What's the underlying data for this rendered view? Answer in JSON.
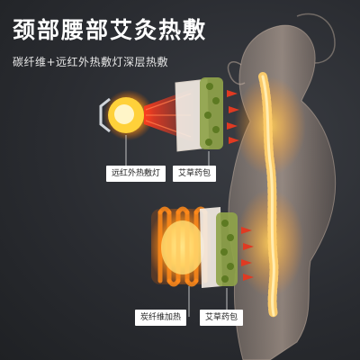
{
  "title": "颈部腰部艾灸热敷",
  "subtitle": "碳纤维+远红外热敷灯深层热敷",
  "labels": {
    "infrared_lamp": "远红外热敷灯",
    "herb_pack_upper": "艾草药包",
    "carbon_heating": "炭纤维加热",
    "herb_pack_lower": "艾草药包"
  },
  "colors": {
    "background": "#2a2c31",
    "heat_orange": "#ff7a1a",
    "heat_red": "#e8321e",
    "spine_glow": "#ffb13b",
    "herb_green": "#6b8a2a",
    "arrow_red": "#e03a22"
  },
  "icons": [
    "infrared-lamp-icon",
    "heat-ray-icon",
    "herb-pack-icon",
    "carbon-fiber-coil-icon",
    "heat-arrow-icon"
  ]
}
